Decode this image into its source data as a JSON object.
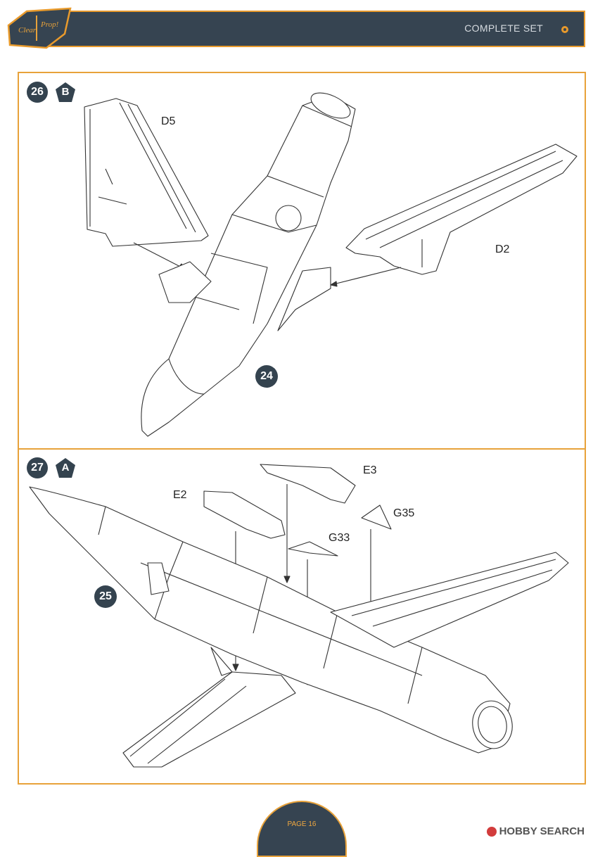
{
  "header": {
    "logo_text": "Clear Prop!",
    "title": "COMPLETE SET"
  },
  "colors": {
    "header_bg": "#364451",
    "accent": "#e89a2c",
    "badge": "#34434f"
  },
  "steps": [
    {
      "step_number": "26",
      "option_letter": "B",
      "parts": [
        "D5",
        "D2"
      ],
      "reference_step": "24"
    },
    {
      "step_number": "27",
      "option_letter": "A",
      "parts": [
        "E3",
        "E2",
        "G35",
        "G33"
      ],
      "reference_step": "25"
    }
  ],
  "footer": {
    "page_label": "PAGE 16",
    "watermark": "HOBBY SEARCH"
  }
}
